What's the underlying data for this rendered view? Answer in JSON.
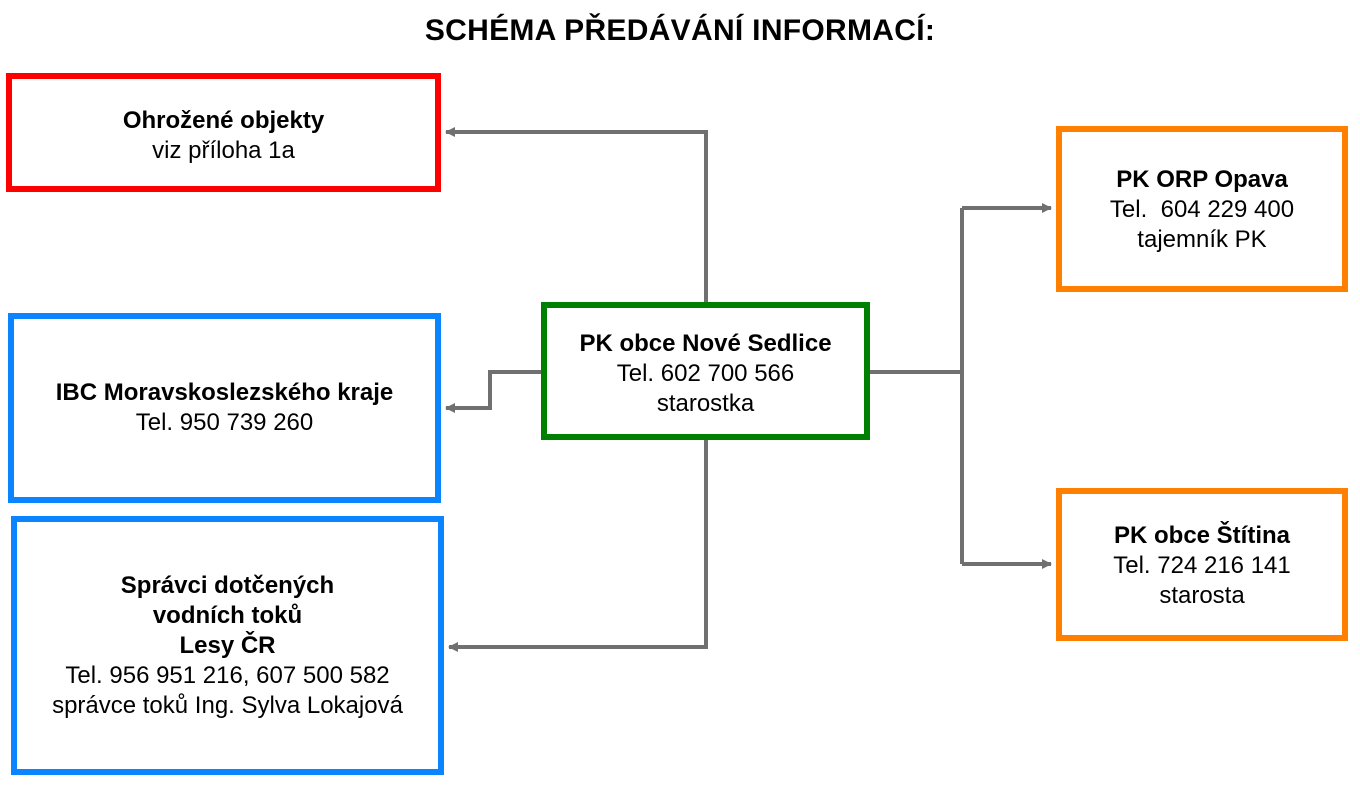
{
  "title": "SCHÉMA PŘEDÁVÁNÍ INFORMACÍ:",
  "colors": {
    "red": "#ff0000",
    "blue": "#0a84ff",
    "green": "#008000",
    "orange": "#ff8000",
    "connector": "#707070"
  },
  "nodes": {
    "threatened": {
      "name": "Ohrožené objekty",
      "detail": "viz příloha 1a"
    },
    "ibc": {
      "name": "IBC Moravskoslezského kraje",
      "phone": "Tel. 950 739 260"
    },
    "managers": {
      "line1": "Správci dotčených",
      "line2": "vodních toků",
      "line3": "Lesy ČR",
      "phone": "Tel. 956 951 216, 607 500 582",
      "role": "správce toků Ing. Sylva Lokajová"
    },
    "center": {
      "name": "PK obce Nové Sedlice",
      "phone": "Tel. 602 700 566",
      "role": "starostka"
    },
    "orp": {
      "name": "PK ORP Opava",
      "phone": "Tel.  604 229 400",
      "role": "tajemník PK"
    },
    "stitina": {
      "name": "PK obce Štítina",
      "phone": "Tel. 724 216 141",
      "role": "starosta"
    }
  }
}
